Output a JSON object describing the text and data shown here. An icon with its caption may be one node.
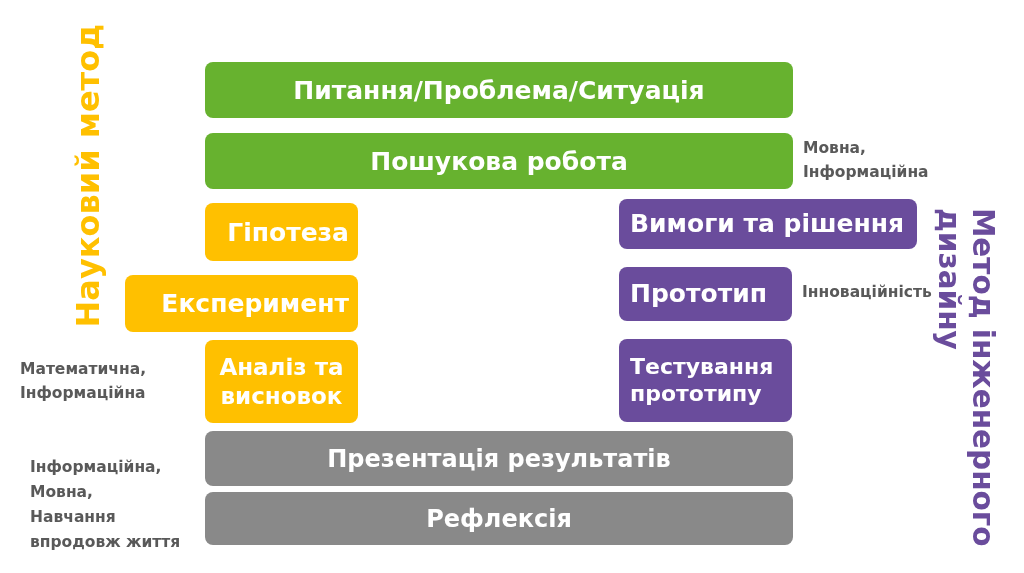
{
  "diagram": {
    "nodes": [
      {
        "text": [
          "Питання/Проблема/Ситуація"
        ]
      },
      {
        "text": [
          "Пошукова робота"
        ],
        "beside": [
          "Мовна, Інформаційна"
        ]
      },
      {
        "text": [
          "Гіпотеза"
        ]
      },
      {
        "text": [
          "Експеримент"
        ]
      },
      {
        "text": [
          "Аналіз та висновок"
        ]
      },
      {
        "text": [
          "Вимоги та рішення"
        ]
      },
      {
        "text": [
          "Прототип"
        ],
        "beside": [
          "Інноваційність"
        ]
      },
      {
        "text": [
          "Тестування прототипу"
        ]
      },
      {
        "text": [
          "Презентація результатів"
        ]
      },
      {
        "text": [
          "Рефлексія"
        ]
      }
    ],
    "labels": [
      "Науковий метод",
      "Метод інженерного дизайну",
      "Математична, Інформаційна",
      "Інформаційна, Мовна, Навчання впродовж життя"
    ]
  }
}
